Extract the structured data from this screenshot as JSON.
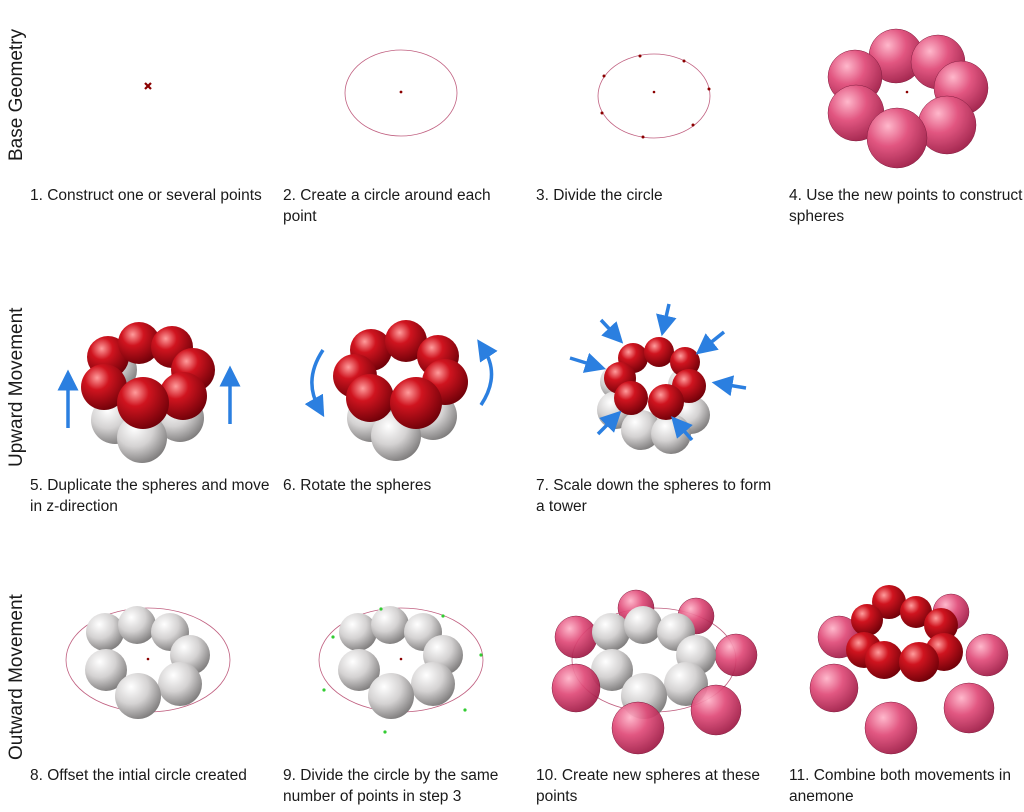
{
  "rows": [
    {
      "label": "Base Geometry"
    },
    {
      "label": "Upward Movement"
    },
    {
      "label": "Outward Movement"
    }
  ],
  "steps": [
    {
      "id": 1,
      "caption": "1. Construct one or several points"
    },
    {
      "id": 2,
      "caption": "2. Create a circle around each point"
    },
    {
      "id": 3,
      "caption": "3. Divide the circle"
    },
    {
      "id": 4,
      "caption": "4. Use the new points to construct spheres"
    },
    {
      "id": 5,
      "caption": "5. Duplicate the spheres and move in z-direction"
    },
    {
      "id": 6,
      "caption": "6. Rotate the spheres"
    },
    {
      "id": 7,
      "caption": "7. Scale down the spheres to form a tower"
    },
    {
      "id": 8,
      "caption": "8. Offset the intial circle created"
    },
    {
      "id": 9,
      "caption": "9. Divide the circle by the same number of points in step 3"
    },
    {
      "id": 10,
      "caption": "10. Create new spheres at these points"
    },
    {
      "id": 11,
      "caption": "11. Combine both movements in anemone"
    }
  ],
  "colors": {
    "pink_sphere": "#d43c6a",
    "red_sphere": "#c8101e",
    "grey_sphere": "#cfcfcf",
    "circle_line": "#c06080",
    "point": "#8b0000",
    "arrow": "#2b7fe0",
    "green_point": "#33cc33"
  }
}
